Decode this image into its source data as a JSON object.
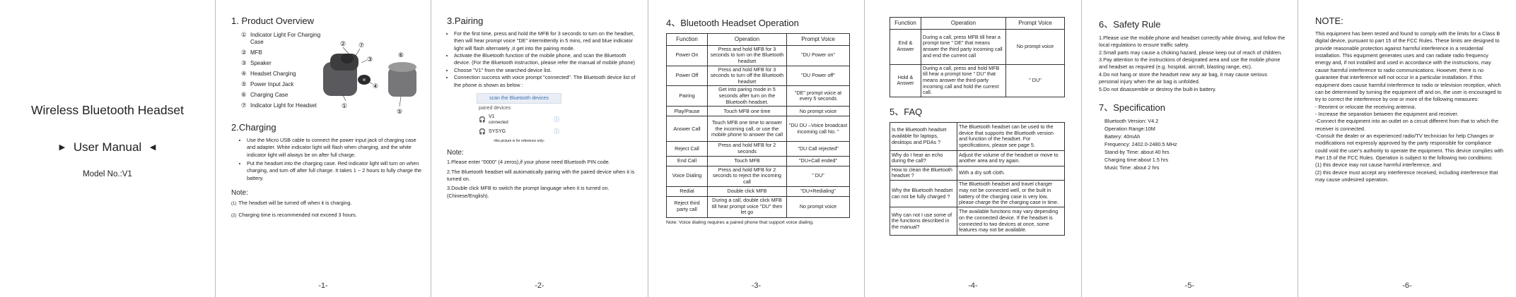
{
  "cover": {
    "title": "Wireless Bluetooth Headset",
    "manual": "User Manual",
    "model": "Model No.:V1"
  },
  "p1": {
    "overview_title": "1. Product Overview",
    "parts": [
      {
        "num": "①",
        "label": "Indicator Light For Charging Case"
      },
      {
        "num": "②",
        "label": "MFB"
      },
      {
        "num": "③",
        "label": "Speaker"
      },
      {
        "num": "④",
        "label": "Headset Charging"
      },
      {
        "num": "⑤",
        "label": "Power Input Jack"
      },
      {
        "num": "⑥",
        "label": "Charging Case"
      },
      {
        "num": "⑦",
        "label": "Indicator Light for Headset"
      }
    ],
    "callouts": [
      "①",
      "②",
      "③",
      "④",
      "⑤",
      "⑥",
      "⑦"
    ],
    "charging_title": "2.Charging",
    "charging_bullets": [
      "Use the Micro USB cable to connect the power input jack of charging case and adapter. White indicator light will flash when charging, and the white indicator light will always be on after full charge.",
      "Put the headset into the charging case. Red indicator light will turn on when charging, and turn off after full charge. It takes 1 ~ 2 hours to fully charge the battery."
    ],
    "note_title": "Note:",
    "notes": [
      {
        "num": "(1)",
        "text": "The headset will be turned off when it is charging."
      },
      {
        "num": "(2)",
        "text": "Charging time is recommended not exceed 3 hours."
      }
    ],
    "page": "-1-"
  },
  "p2": {
    "title": "3.Pairing",
    "bullets": [
      "For the first time, press and hold the MFB for 3 seconds to turn on the headset, then will hear prompt voice \"DE\" intermittently in 5 mins, red and blue indicator light will flash alternately ,it get into the pairing mode.",
      "Activate the Bluetooth function of the mobile phone, and scan the Bluetooth device. (For the Bluetooth instruction, please refer the manual of mobile phone)",
      "Choose \"V1\" from the searched device list.",
      "Connection success with voice prompt \"connected\". The Bluetooth device list of the phone is shown as below :"
    ],
    "shot": {
      "scan": "scan the Bluetooth devices",
      "paired": "paired devices",
      "dev1": "V1",
      "dev1_status": "connected",
      "dev2": "SYSYG",
      "caption": "-this picture is for reference only-"
    },
    "note_title": "Note:",
    "notes": [
      "1.Please enter \"0000\" (4 zeros),if your phone need Bluetooth PIN code.",
      "2.The Bluetooth headset will automatically pairing with the paired device when it is turned on.",
      "3.Double click MFB to switch the prompt language when it is turned on.(Chinese/English)."
    ],
    "page": "-2-"
  },
  "p3": {
    "title": "4、Bluetooth Headset Operation",
    "headers": [
      "Function",
      "Operation",
      "Prompt Voice"
    ],
    "rows": [
      [
        "Power On",
        "Press and hold MFB for 3 seconds to turn on the Bluetooth headset",
        "\"DU Power on\""
      ],
      [
        "Power Off",
        "Press and hold MFB for 3 seconds to turn off the Bluetooth headset",
        "\"DU Power off\""
      ],
      [
        "Pairing",
        "Get into paring mode in 5 seconds after turn on the Bluetooth headset.",
        "\"DE\" prompt voice at every 5 seconds"
      ],
      [
        "Play/Pause",
        "Touch MFB one time",
        "No prompt voice"
      ],
      [
        "Answer Call",
        "Touch MFB one time to answer the incoming call, or use the mobile phone to answer the call",
        "\"DU DU –Voice broadcast incoming call No. \""
      ],
      [
        "Reject Call",
        "Press and hold MFB for 2 seconds",
        "\"DU Call rejected\""
      ],
      [
        "End Call",
        "Touch MFB",
        "\"DU+Call ended\""
      ],
      [
        "Voice Dialing",
        "Press and hold MFB for 2 seconds to reject the incoming call",
        "\" DU\""
      ],
      [
        "Redial",
        "Double click MFB",
        "\"DU+Redialing\""
      ],
      [
        "Reject third party call",
        "During a call, double click MFB till hear prompt voice \"DU\" then let go",
        "No prompt voice"
      ]
    ],
    "note": "Note: Voice dialing requires a paired phone that support voice dialing.",
    "page": "-3-"
  },
  "p4": {
    "headers": [
      "Function",
      "Operation",
      "Prompt Voice"
    ],
    "rows": [
      [
        "End & Answer",
        "During a call, press MFB till hear a prompt tone \" DE\" that means answer the third party incoming call and end the current call",
        "No prompt voice"
      ],
      [
        "Hold & Answer",
        "During a call, press and hold MFB till hear a prompt tone \" DU\" that means answer the third-party incoming call and hold the current call.",
        "\" DU\""
      ]
    ],
    "faq_title": "5、FAQ",
    "faq": [
      {
        "q": "Is the Bluetooth headset available for laptops, desktops and PDAs ?",
        "a": "The Bluetooth headset can be used to the device that supports the Bluetooth version and function of the headset. For specifications, please see page 5."
      },
      {
        "q": "Why do I hear an echo during the call?",
        "a": "Adjust the volume of the headset or move to another area and try again."
      },
      {
        "q": "How to clean the Bluetooth headset ?",
        "a": "With a dry soft cloth."
      },
      {
        "q": "Why the Bluetooth headset can not be fully charged ?",
        "a": "The Bluetooth headset and travel charger may not be connected well, or the built in battery of the charging case is very low, please charge the the charging case in time."
      },
      {
        "q": "Why can not I use some of the functions described in the manual?",
        "a": "The available functions may vary depending on the connected device. If the headset is connected to two devices at once, some features may not be available."
      }
    ],
    "page": "-4-"
  },
  "p5": {
    "safety_title": "6、Safety Rule",
    "safety": [
      "1.Please use the mobile phone and headset correctly while driving, and follow the local regulations to ensure traffic safety.",
      "2.Small parts may cause a choking hazard, please keep out of reach of children.",
      "3.Pay attention to the instructions of designated area and use the mobile phone and headset as required (e.g. hospital, aircraft, blasting range, etc).",
      "4.Do not hang or store the headset near any air bag, it may cause serious personal injury when the air bag is unfolded.",
      "5.Do not disassemble or destroy the built-in battery."
    ],
    "spec_title": "7、Specification",
    "specs": [
      "Bluetooth Version: V4.2",
      "Operation Range:10M",
      "Battery: 40mAh",
      "Frequency: 2402.0-2480.5 MHz",
      "Stand-by Time: about 40 hrs",
      "Charging time:about 1.5 hrs",
      "Music Time: about 2 hrs"
    ],
    "page": "-5-"
  },
  "p6": {
    "title": "NOTE:",
    "body": "This equipment has been tested and found to comply with the limits for a Class B digital device, pursuant to part 15 of the FCC Rules. These limits are designed to provide reasonable protection against harmful interference in a residential installation. This equipment generates uses and can radiate radio frequency energy and, if not installed and used in accordance with the instructions, may cause harmful interference to radio communications. However, there is no guarantee that interference will not occur in a particular installation. If this equipment does cause harmful interference to radio or television reception, which can be determined by turning the equipment off and on, the user is encouraged to try to correct the interference by one or more of the following measures:",
    "measures": [
      "- Reorient or relocate the receiving antenna.",
      "- Increase the separation between the equipment and receiver.",
      "-Connect the equipment into an outlet on a circuit different from that to which the receiver is connected.",
      "-Consult the dealer or an experienced radio/TV technician for help Changes or modifications not expressly approved by the party responsible for compliance could void the user's authority to operate the equipment. This device complies with Part 15 of the FCC Rules. Operation is subject to the following two conditions:",
      "(1) this device may not cause harmful interference, and",
      "(2) this device must accept any interference received, including interference that may cause undesired operation."
    ],
    "page": "-6-"
  }
}
